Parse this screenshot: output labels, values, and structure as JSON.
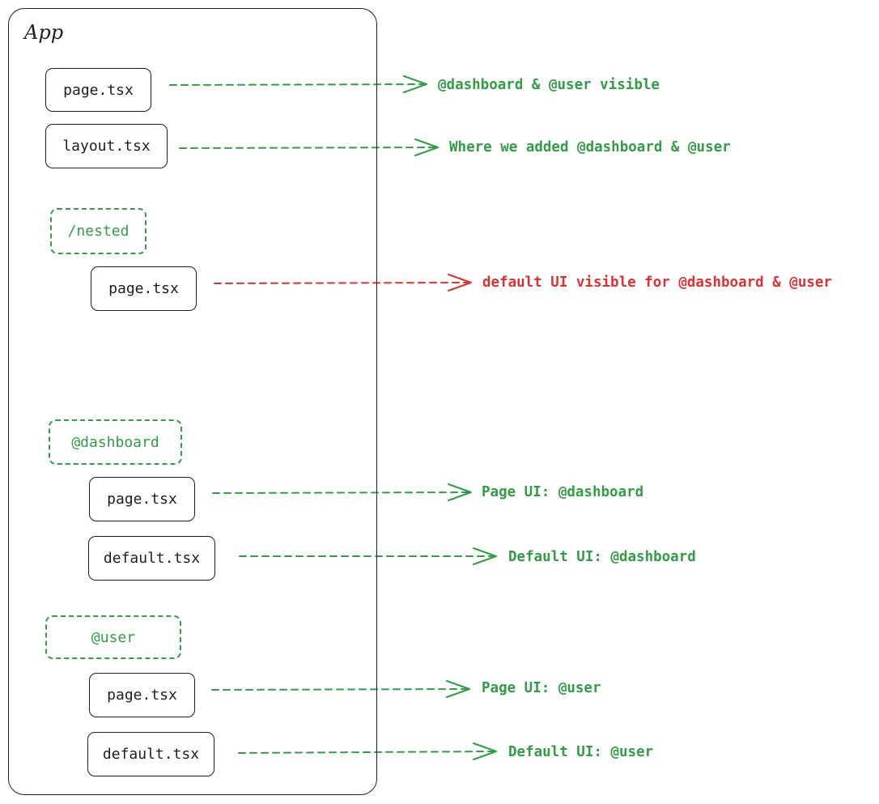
{
  "colors": {
    "ink": "#1e1e1e",
    "green": "#2f9e44",
    "red": "#e03131"
  },
  "app": {
    "title": "App"
  },
  "nodes": {
    "root_page": "page.tsx",
    "root_layout": "layout.tsx",
    "nested_folder": "/nested",
    "nested_page": "page.tsx",
    "dashboard_folder": "@dashboard",
    "dashboard_page": "page.tsx",
    "dashboard_default": "default.tsx",
    "user_folder": "@user",
    "user_page": "page.tsx",
    "user_default": "default.tsx"
  },
  "annotations": {
    "root_page": "@dashboard & @user visible",
    "root_layout": "Where we added @dashboard & @user",
    "nested_page": "default UI visible for @dashboard & @user",
    "dashboard_page": "Page UI: @dashboard",
    "dashboard_default": "Default UI: @dashboard",
    "user_page": "Page UI: @user",
    "user_default": "Default UI: @user"
  }
}
